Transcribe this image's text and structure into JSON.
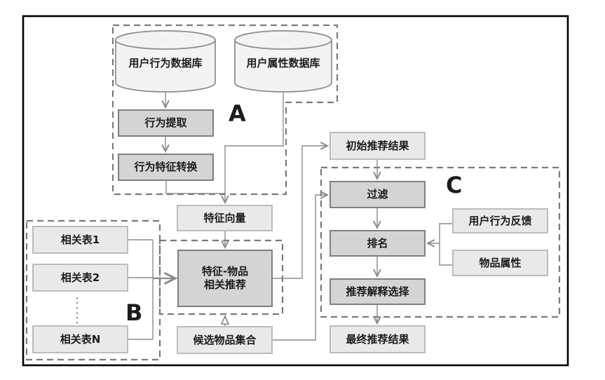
{
  "diagram": {
    "type": "flowchart",
    "regions": {
      "a": "A",
      "b": "B",
      "c": "C"
    },
    "nodes": {
      "user_behavior_db": {
        "label": "用户行为数据库",
        "shape": "cylinder"
      },
      "user_attribute_db": {
        "label": "用户属性数据库",
        "shape": "cylinder"
      },
      "behavior_extract": {
        "label": "行为提取",
        "shape": "process"
      },
      "behavior_transform": {
        "label": "行为特征转换",
        "shape": "process"
      },
      "feature_vector": {
        "label": "特征向量",
        "shape": "data"
      },
      "rel_table_1": {
        "label": "相关表1",
        "shape": "data"
      },
      "rel_table_2": {
        "label": "相关表2",
        "shape": "data"
      },
      "rel_table_n": {
        "label": "相关表N",
        "shape": "data"
      },
      "rel_table_ellipsis": {
        "label": "⋮"
      },
      "feature_item_rec": {
        "label": "特征-物品\n相关推荐",
        "shape": "process"
      },
      "candidate_items": {
        "label": "候选物品集合",
        "shape": "data"
      },
      "initial_results": {
        "label": "初始推荐结果",
        "shape": "data"
      },
      "filter": {
        "label": "过滤",
        "shape": "process"
      },
      "ranking": {
        "label": "排名",
        "shape": "process"
      },
      "explanation_select": {
        "label": "推荐解释选择",
        "shape": "process"
      },
      "final_results": {
        "label": "最终推荐结果",
        "shape": "data"
      },
      "user_feedback": {
        "label": "用户行为反馈",
        "shape": "data"
      },
      "item_attributes": {
        "label": "物品属性",
        "shape": "data"
      }
    },
    "edges": [
      {
        "from": "用户行为数据库",
        "to": "行为提取"
      },
      {
        "from": "行为提取",
        "to": "行为特征转换"
      },
      {
        "from": "行为特征转换",
        "to": "特征向量"
      },
      {
        "from": "用户属性数据库",
        "to": "特征向量"
      },
      {
        "from": "特征向量",
        "to": "特征-物品相关推荐"
      },
      {
        "from": "相关表1",
        "to": "特征-物品相关推荐"
      },
      {
        "from": "相关表2",
        "to": "特征-物品相关推荐"
      },
      {
        "from": "相关表N",
        "to": "特征-物品相关推荐"
      },
      {
        "from": "候选物品集合",
        "to": "特征-物品相关推荐"
      },
      {
        "from": "特征-物品相关推荐",
        "to": "初始推荐结果"
      },
      {
        "from": "初始推荐结果",
        "to": "过滤"
      },
      {
        "from": "候选物品集合",
        "to": "过滤"
      },
      {
        "from": "过滤",
        "to": "排名"
      },
      {
        "from": "用户行为反馈",
        "to": "排名"
      },
      {
        "from": "物品属性",
        "to": "排名"
      },
      {
        "from": "排名",
        "to": "推荐解释选择"
      },
      {
        "from": "推荐解释选择",
        "to": "最终推荐结果"
      }
    ],
    "colors": {
      "dark_fill": "#d4d4d4",
      "dark_border": "#7f7f7f",
      "light_fill": "#e9e9e9",
      "light_border": "#bcbcbc",
      "cyl_fill": "#f3f3f3",
      "cyl_border": "#919191",
      "line": "#8c8c8c",
      "dash": "#7a7a7a",
      "frame": "#000000"
    }
  }
}
